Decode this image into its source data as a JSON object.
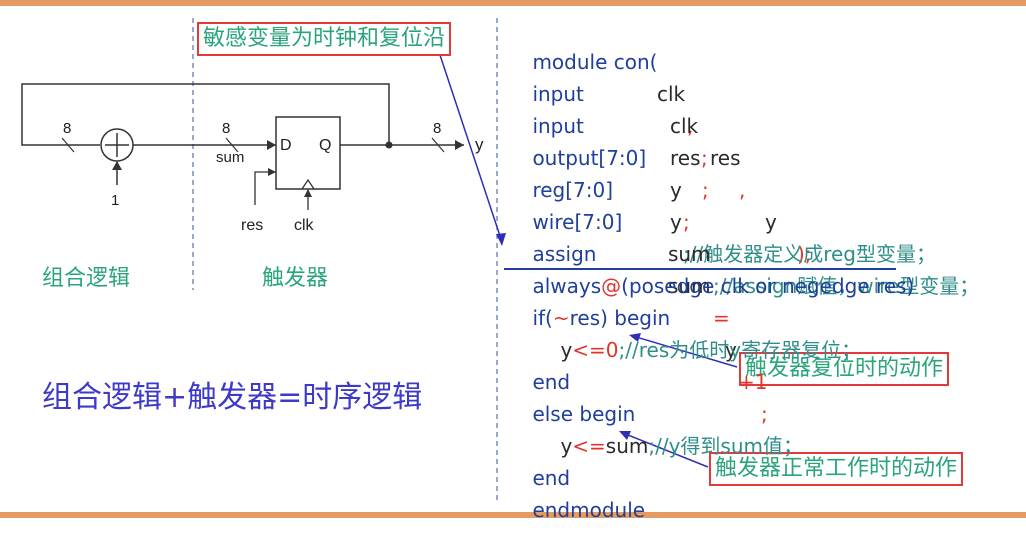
{
  "diagram": {
    "bus_width_labels": [
      "8",
      "8",
      "8"
    ],
    "adder_input_label": "1",
    "sum_label": "sum",
    "ff_d_label": "D",
    "ff_q_label": "Q",
    "res_label": "res",
    "clk_label": "clk",
    "output_label": "y",
    "left_section_label": "组合逻辑",
    "right_section_label": "触发器",
    "equation_label": "组合逻辑+触发器=时序逻辑"
  },
  "callouts": {
    "sensitivity": "敏感变量为时钟和复位沿",
    "reset_action": "触发器复位时的动作",
    "normal_action": "触发器正常工作时的动作"
  },
  "code": {
    "line1": {
      "kw": "module con(",
      "a": "clk",
      "c1": ",",
      "b": "res",
      "c2": ",",
      "c": "y",
      "end": ");"
    },
    "line2": {
      "kw": "input",
      "id": "clk",
      "sc": ";"
    },
    "line3": {
      "kw": "input",
      "id": "res",
      "sc": ";"
    },
    "line4": {
      "kw": "output",
      "range": "[7:0]",
      "id": "y",
      "sc": ";"
    },
    "line5": {
      "kw": "reg",
      "range": "[7:0]",
      "id": "y",
      "rest": ";//触发器定义成reg型变量；"
    },
    "line6": {
      "kw": "wire",
      "range": "[7:0]",
      "id": "sum",
      "rest": ";//assign赋值，wire型变量；"
    },
    "line7": {
      "kw": "assign",
      "id1": "sum",
      "eq": "=",
      "id2": "y",
      "plus": "+1",
      "sc": ";"
    },
    "line8": {
      "kw": "always",
      "at": "@",
      "open": "(",
      "rest": "posedge clk or negedge res)"
    },
    "line9": {
      "kw": "if",
      "open": "(",
      "tilde": "~",
      "id": "res) begin"
    },
    "line10": {
      "id": "y",
      "op": "<=0",
      "rest": ";//res为低时y寄存器复位；"
    },
    "line11": {
      "kw": "end"
    },
    "line12": {
      "kw": "else begin"
    },
    "line13": {
      "id": "y",
      "op": "<=",
      "id2": "sum",
      "rest": ";//y得到sum值；"
    },
    "line14": {
      "kw": "end"
    },
    "line15": {
      "kw": "endmodule"
    }
  },
  "colors": {
    "keyword": "#1f3f9a",
    "identifier": "#2a2a2a",
    "operator": "#e3342a",
    "comment": "#2f8e8a",
    "callout_border": "#e23a3a",
    "callout_text": "#2aa57a",
    "equation": "#3d39c9",
    "frame": "#e59a62"
  }
}
